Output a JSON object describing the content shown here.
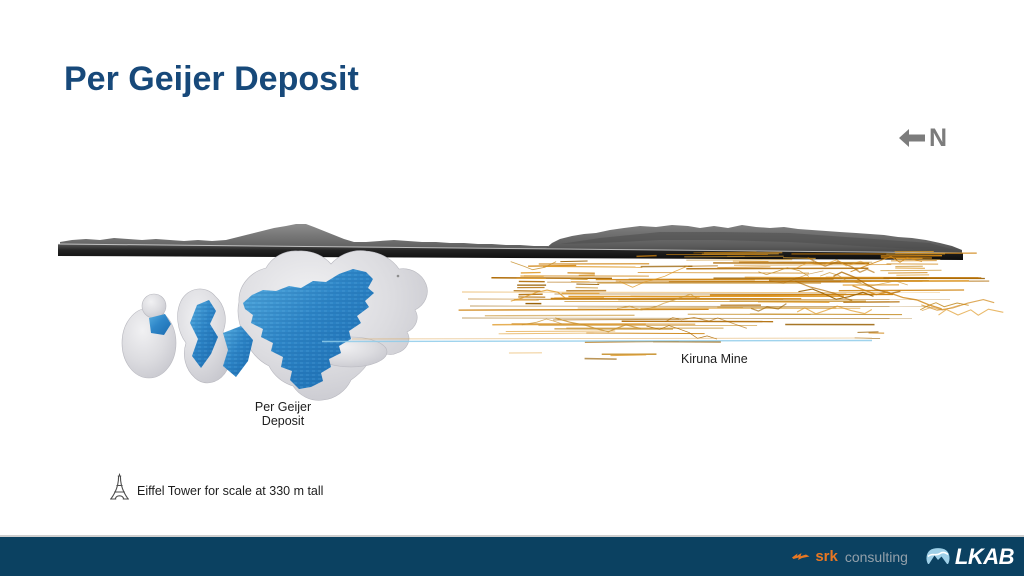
{
  "slide": {
    "title": "Per Geijer Deposit"
  },
  "north_indicator": {
    "label": "N"
  },
  "diagram": {
    "kiruna_mine_label": "Kiruna Mine",
    "deposit_label_line1": "Per Geijer",
    "deposit_label_line2": "Deposit",
    "scale_note": "Eiffel Tower for scale at 330 m tall"
  },
  "footer": {
    "srk_wordmark": "srk",
    "srk_suffix": "consulting",
    "lkab_wordmark": "LKAB"
  },
  "colors": {
    "title": "#17497a",
    "north": "#7c7c7c",
    "label": "#1d1d1d",
    "footer_bg": "#0b4161",
    "srk_orange": "#e87722",
    "srk_gray": "#93a0aa",
    "lkab_white": "#ffffff",
    "lkab_icon_blue": "#9fd0e8",
    "mine_orange": "#cf8412",
    "deposit_blue": "#2e86c8",
    "deposit_shell": "#d9d9dd",
    "terrain_dark": "#1e1e1e",
    "connector_blue": "#8fccea"
  }
}
